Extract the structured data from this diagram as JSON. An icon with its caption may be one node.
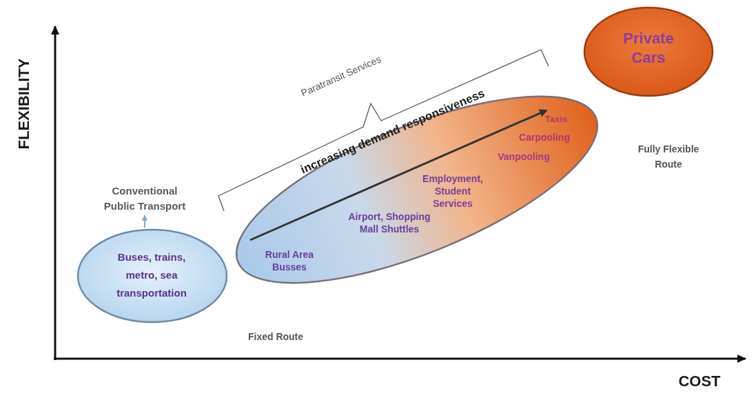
{
  "diagram": {
    "nodes": [
      {
        "text": [
          "Buses, trains, metro, sea transportation"
        ]
      },
      {
        "text": [
          "Conventional Public Transport"
        ]
      },
      {
        "text": [
          "increasing demand responsiveness",
          "Taxis",
          "Carpooling",
          "Vanpooling",
          "Employment, Student Services",
          "Airport, Shopping Mall Shuttles",
          "Rural Area Busses"
        ]
      },
      {
        "text": [
          "Private Cars"
        ]
      }
    ],
    "edges": [
      {
        "from": 0,
        "to": 1,
        "arrow": "to"
      }
    ],
    "labels": [
      "FLEXIBILITY",
      "Paratransit Services",
      "Fully Flexible Route",
      "Fixed Route",
      "COST"
    ]
  }
}
